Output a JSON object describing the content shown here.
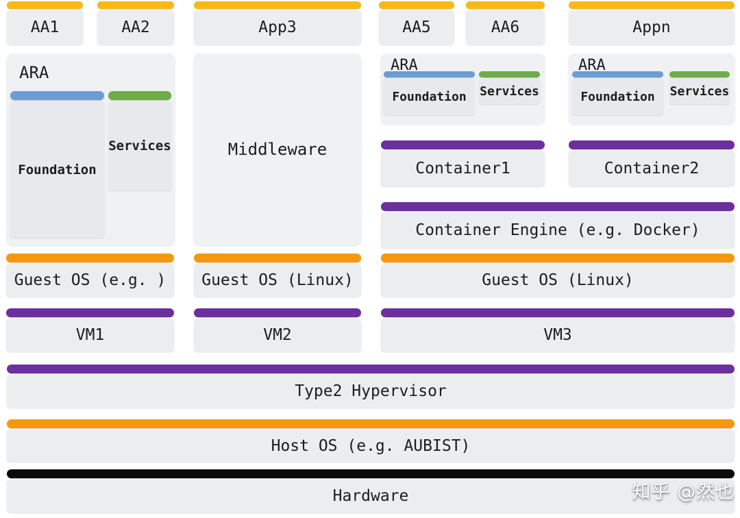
{
  "colors": {
    "app_bar": "#f9b915",
    "os_bar": "#f4990f",
    "vm_bar": "#6c2f9e",
    "foundation_bar": "#6c9cd4",
    "services_bar": "#6eac49",
    "hardware_bar": "#0b0b0b"
  },
  "apps": {
    "aa1": "AA1",
    "aa2": "AA2",
    "app3": "App3",
    "aa5": "AA5",
    "aa6": "AA6",
    "appn": "Appn"
  },
  "ara_large": {
    "title": "ARA",
    "foundation": "Foundation",
    "services": "Services"
  },
  "middleware_label": "Middleware",
  "ara_small_left": {
    "title": "ARA",
    "foundation": "Foundation",
    "services": "Services"
  },
  "ara_small_right": {
    "title": "ARA",
    "foundation": "Foundation",
    "services": "Services"
  },
  "containers": {
    "c1": "Container1",
    "c2": "Container2",
    "engine": "Container Engine (e.g. Docker)"
  },
  "guest_os": {
    "g1": "Guest OS (e.g. )",
    "g2": "Guest OS (Linux)",
    "g3": "Guest OS (Linux)"
  },
  "vms": {
    "vm1": "VM1",
    "vm2": "VM2",
    "vm3": "VM3"
  },
  "hypervisor_label": "Type2 Hypervisor",
  "host_os_label": "Host OS (e.g. AUBIST)",
  "hardware_label": "Hardware",
  "watermark": "知乎 @然也"
}
